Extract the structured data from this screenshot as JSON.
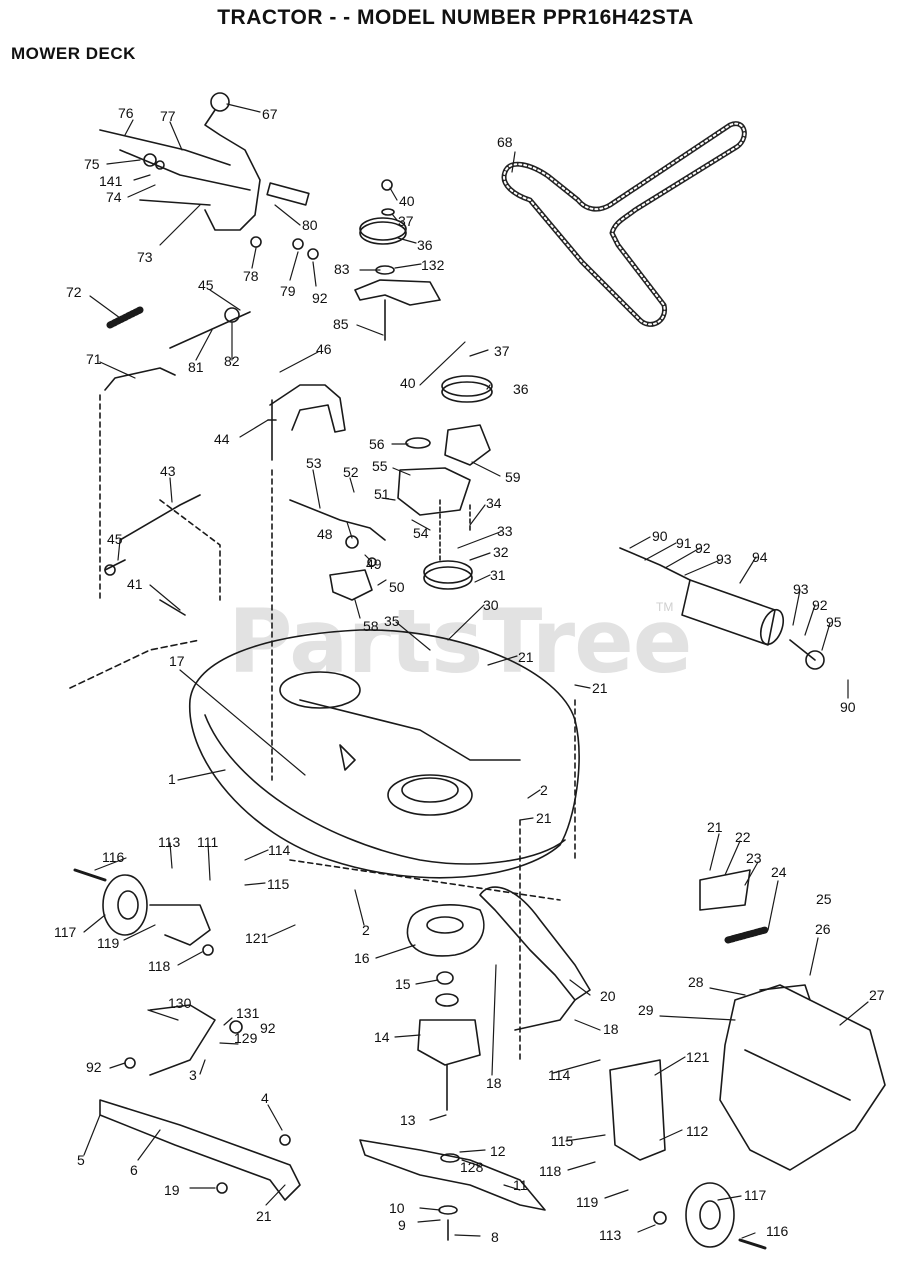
{
  "title": "TRACTOR - - MODEL NUMBER PPR16H42STA",
  "section": "MOWER DECK",
  "watermark": "PartsTree",
  "trademark": "TM",
  "part_labels": [
    "1",
    "2",
    "3",
    "4",
    "5",
    "6",
    "8",
    "9",
    "10",
    "11",
    "12",
    "13",
    "14",
    "15",
    "16",
    "17",
    "18",
    "19",
    "20",
    "21",
    "22",
    "23",
    "24",
    "25",
    "26",
    "27",
    "28",
    "29",
    "30",
    "31",
    "32",
    "33",
    "34",
    "35",
    "36",
    "37",
    "40",
    "41",
    "43",
    "44",
    "45",
    "46",
    "48",
    "49",
    "50",
    "51",
    "52",
    "53",
    "54",
    "55",
    "56",
    "58",
    "59",
    "67",
    "68",
    "71",
    "72",
    "73",
    "74",
    "75",
    "76",
    "77",
    "78",
    "79",
    "80",
    "81",
    "82",
    "83",
    "85",
    "90",
    "91",
    "92",
    "93",
    "94",
    "95",
    "111",
    "112",
    "113",
    "114",
    "115",
    "116",
    "117",
    "118",
    "119",
    "121",
    "128",
    "129",
    "130",
    "131",
    "132"
  ]
}
